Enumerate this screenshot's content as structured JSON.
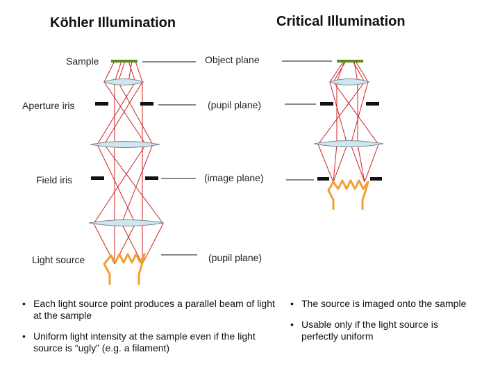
{
  "titles": {
    "kohler": "Köhler Illumination",
    "critical": "Critical Illumination"
  },
  "left_labels": {
    "sample": "Sample",
    "aperture_iris": "Aperture iris",
    "field_iris": "Field iris",
    "light_source": "Light source"
  },
  "center_labels": {
    "object_plane": "Object plane",
    "pupil_plane_1": "(pupil plane)",
    "image_plane": "(image plane)",
    "pupil_plane_2": "(pupil plane)"
  },
  "kohler_points": [
    "Each light source point produces a parallel beam of light at the sample",
    "Uniform light intensity at the sample even if the light source is “ugly” (e.g. a filament)"
  ],
  "critical_points": [
    "The source is imaged onto the sample",
    "Usable only if the light source is perfectly uniform"
  ],
  "colors": {
    "ray": "#cc2222",
    "lens_fill": "#cfe6ee",
    "lens_stroke": "#7a8a90",
    "sample": "#5a8a1e",
    "iris": "#111111",
    "filament": "#f0a030"
  }
}
